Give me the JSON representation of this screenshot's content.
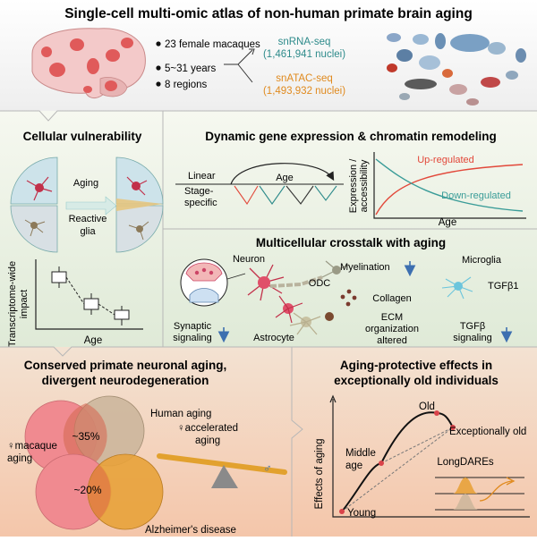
{
  "header": {
    "title": "Single-cell multi-omic atlas of non-human primate brain aging",
    "cohort": [
      "23 female macaques",
      "5~31 years",
      "8 regions"
    ],
    "rna_label": "snRNA-seq",
    "rna_count": "(1,461,941 nuclei)",
    "atac_label": "snATAC-seq",
    "atac_count": "(1,493,932 nuclei)"
  },
  "vulnerability": {
    "title": "Cellular vulnerability",
    "aging": "Aging",
    "reactive_glia": [
      "Reactive",
      "glia"
    ],
    "ylabel": [
      "Transcriptome-wide",
      "impact"
    ],
    "xlabel": "Age"
  },
  "dynamics": {
    "title": "Dynamic gene expression & chromatin remodeling",
    "linear": "Linear",
    "stage_specific": [
      "Stage-",
      "specific"
    ],
    "age": "Age",
    "ylabel": [
      "Expression /",
      "accessibility"
    ],
    "up": "Up-regulated",
    "down": "Down-regulated",
    "xlabel": "Age"
  },
  "crosstalk": {
    "title": "Multicellular crosstalk with aging",
    "neuron": "Neuron",
    "odc": "ODC",
    "myelination": "Myelination",
    "microglia": "Microglia",
    "tgfb1": "TGFβ1",
    "collagen": "Collagen",
    "ecm": [
      "ECM",
      "organization",
      "altered"
    ],
    "synaptic": [
      "Synaptic",
      "signaling"
    ],
    "astrocyte": "Astrocyte",
    "tgfb_signaling": [
      "TGFβ",
      "signaling"
    ]
  },
  "conserved": {
    "title": [
      "Conserved primate neuronal aging,",
      "divergent neurodegeneration"
    ],
    "human_aging": "Human aging",
    "pct1": "~35%",
    "pct2": "~20%",
    "macaque_aging": [
      "♀macaque",
      "aging"
    ],
    "accelerated": [
      "♀accelerated",
      "aging"
    ],
    "male_symbol": "♂",
    "alzheimers": "Alzheimer's disease"
  },
  "protective": {
    "title": [
      "Aging-protective effects in",
      "exceptionally old individuals"
    ],
    "ylabel": "Effects of aging",
    "old": "Old",
    "exceptionally_old": "Exceptionally old",
    "middle_age": [
      "Middle",
      "age"
    ],
    "young": "Young",
    "longdares": "LongDAREs"
  },
  "colors": {
    "rna": "#2e8b8b",
    "atac": "#e08a1e",
    "up": "#e2483a",
    "down": "#3a9c98",
    "pink": "#f08a90",
    "tan": "#c9b49a",
    "orange": "#e8a23a",
    "arrow_blue": "#3d6fb0"
  }
}
